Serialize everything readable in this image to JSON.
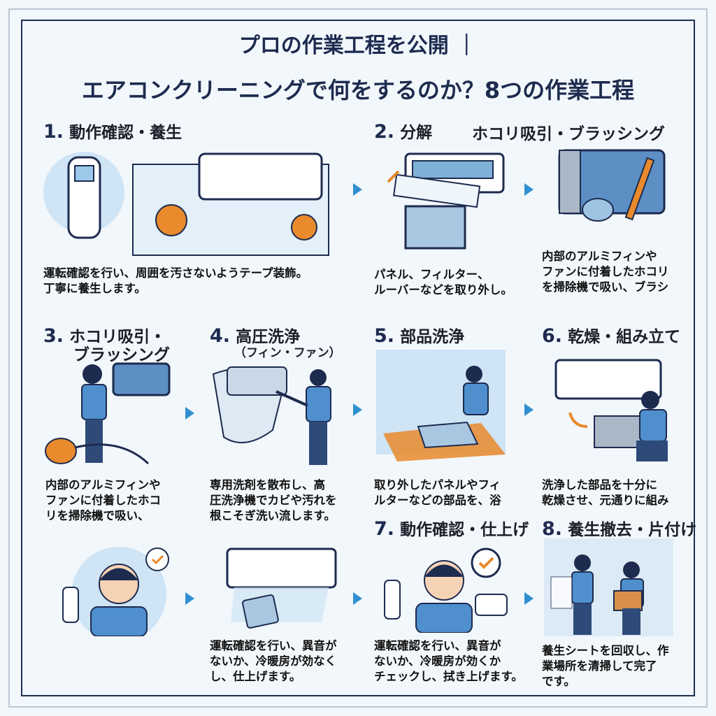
{
  "title": {
    "line1": "プロの作業工程を公開 ｜",
    "line2": "エアコンクリーニングで何をするのか？8つの作業工程"
  },
  "colors": {
    "navy": "#1d2b4f",
    "accent_blue": "#2f8fd0",
    "orange": "#e98a2c",
    "background": "#f2f7fb"
  },
  "steps": [
    {
      "num": "1.",
      "label": "動作確認・養生",
      "text": "運転確認を行い、周囲を汚さないようテープ装飾。\n丁寧に養生します。"
    },
    {
      "num": "2.",
      "label": "分解",
      "text": "パネル、フィルター、\nルーバーなどを取り外し。"
    },
    {
      "num": "",
      "label": "ホコリ吸引・ブラッシング",
      "text": "内部のアルミフィンや\nファンに付着したホコリ\nを掃除機で吸い、ブラシ"
    },
    {
      "num": "3.",
      "label": "ホコリ吸引・",
      "label2": "ブラッシング",
      "text": "内部のアルミフィンや\nファンに付着したホコ\nリを掃除機で吸い、"
    },
    {
      "num": "4.",
      "label": "高圧洗浄",
      "label2": "（フィン・ファン）",
      "text": "専用洗剤を散布し、高\n圧洗浄機でカビや汚れを\n根こそぎ洗い流します。"
    },
    {
      "num": "5.",
      "label": "部品洗浄",
      "text": "取り外したパネルやフィ\nルターなどの部品を、浴"
    },
    {
      "num": "6.",
      "label": "乾燥・組み立て",
      "text": "洗浄した部品を十分に\n乾燥させ、元通りに組み"
    },
    {
      "num": "7.",
      "label": "動作確認・仕上げ",
      "text": "運転確認を行い、異音が\nないか、冷暖房が効くか\nチェックし、拭き上げます。"
    },
    {
      "num": "8.",
      "label": "養生撤去・片付け",
      "text": "養生シートを回収し、作\n業場所を清掃して完了\nです。"
    },
    {
      "num": "",
      "label": "",
      "text": "運転確認を行い、異音が\nないか、冷暖房が効なく\nし、仕上げます。"
    }
  ]
}
